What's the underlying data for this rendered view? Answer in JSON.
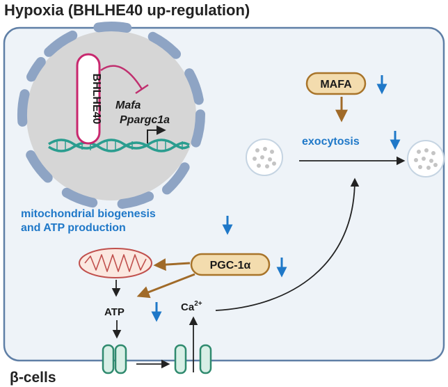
{
  "title": "Hypoxia (BHLHE40 up-regulation)",
  "cell_label": "β-cells",
  "nucleus": {
    "protein_label": "BHLHE40",
    "genes": [
      "Mafa",
      "Ppargc1a"
    ]
  },
  "labels": {
    "mafa": "MAFA",
    "exocytosis": "exocytosis",
    "mito_line1": "mitochondrial biogenesis",
    "mito_line2": "and ATP production",
    "pgc": "PGC-1α",
    "atp": "ATP",
    "ca": "Ca",
    "ca_charge": "2+"
  },
  "colors": {
    "cell_fill": "#eef3f8",
    "cell_border": "#5f7fa6",
    "nucleus_fill": "#d6d6d6",
    "envelope": "#8ea4c4",
    "bhlhe40_border": "#c8286e",
    "inhibition": "#c0306f",
    "dna": "#2a9d8f",
    "box_fill": "#f3dcae",
    "box_border": "#a8742a",
    "arrow_brown": "#a06a28",
    "down_arrow": "#1f78c8",
    "channel_fill": "#d8efe6",
    "channel_border": "#2f8a6e",
    "mito_border": "#c0504d"
  },
  "icons": [
    "inhibition-arrow",
    "transcription-start-arrow",
    "down-arrow-icon",
    "mitochondrion-icon",
    "vesicle-icon",
    "ion-channel-icon"
  ]
}
